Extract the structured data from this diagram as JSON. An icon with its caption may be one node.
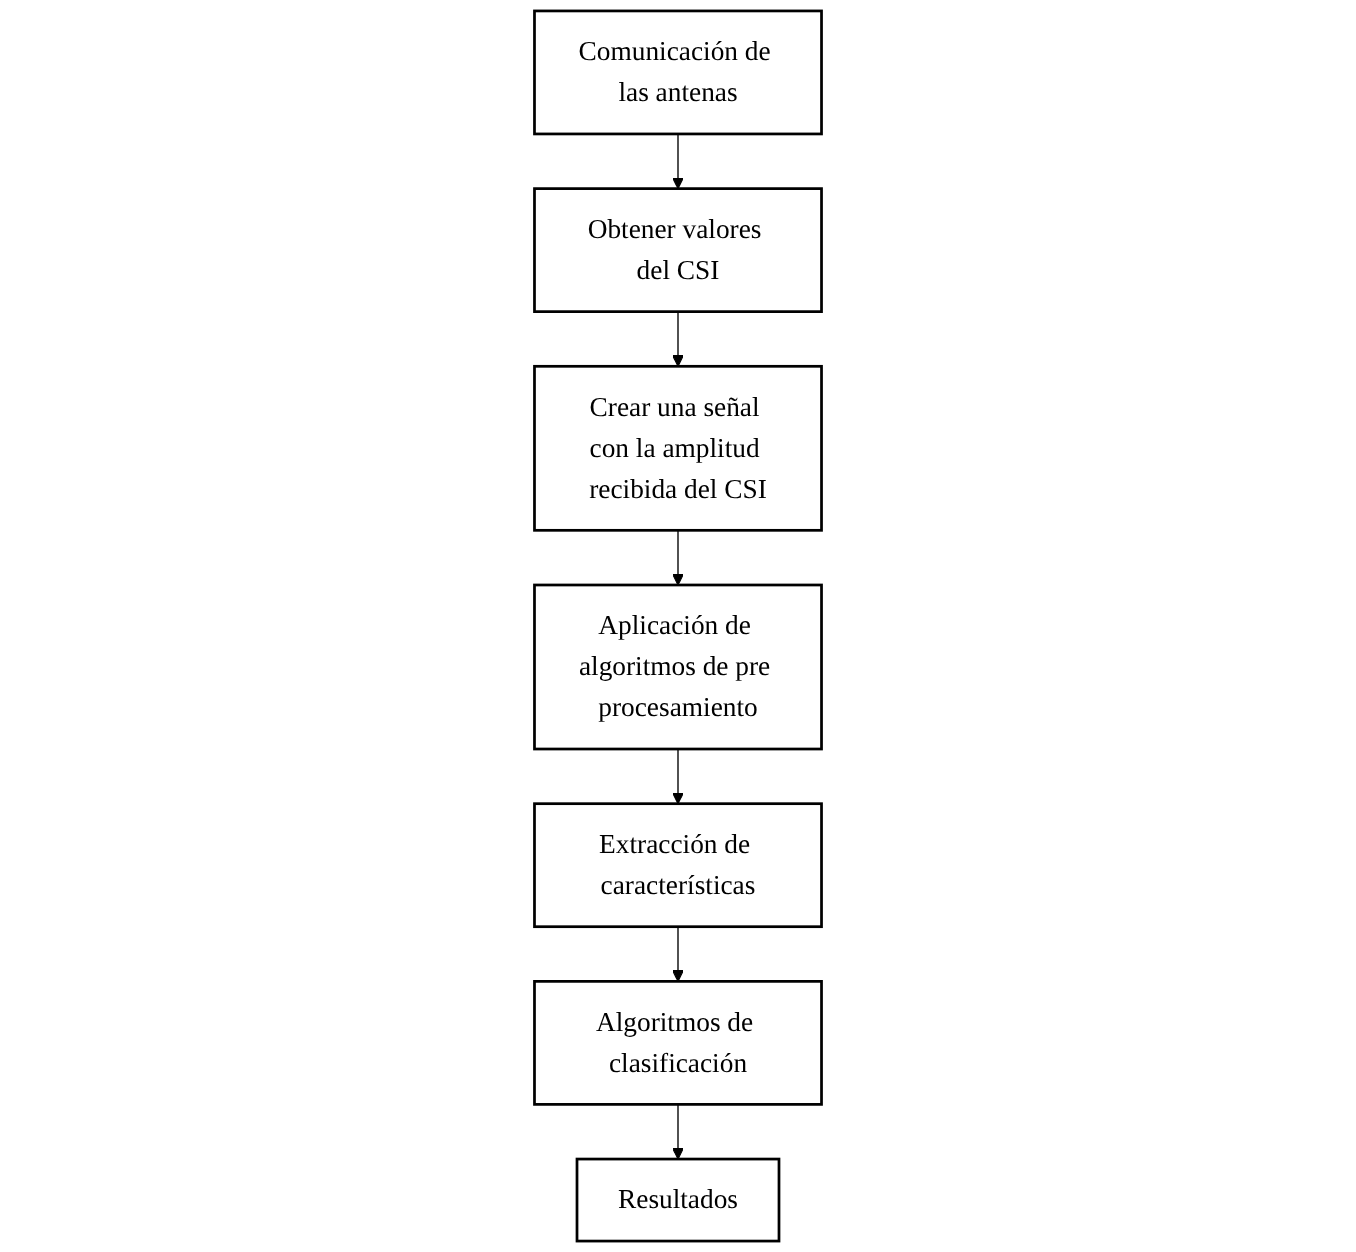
{
  "diagram": {
    "nodes": [
      {
        "text": [
          "Comunicación de las antenas"
        ]
      },
      {
        "text": [
          "Obtener valores del CSI"
        ]
      },
      {
        "text": [
          "Crear una señal con la amplitud recibida del CSI"
        ]
      },
      {
        "text": [
          "Aplicación de algoritmos de pre procesamiento"
        ]
      },
      {
        "text": [
          "Extracción de características"
        ]
      },
      {
        "text": [
          "Algoritmos de clasificación"
        ]
      },
      {
        "text": [
          "Resultados"
        ]
      }
    ],
    "edges": [
      {
        "from": 0,
        "to": 1,
        "arrow": "to"
      },
      {
        "from": 1,
        "to": 2,
        "arrow": "to"
      },
      {
        "from": 2,
        "to": 3,
        "arrow": "to"
      },
      {
        "from": 3,
        "to": 4,
        "arrow": "to"
      },
      {
        "from": 4,
        "to": 5,
        "arrow": "to"
      },
      {
        "from": 5,
        "to": 6,
        "arrow": "to"
      }
    ]
  }
}
